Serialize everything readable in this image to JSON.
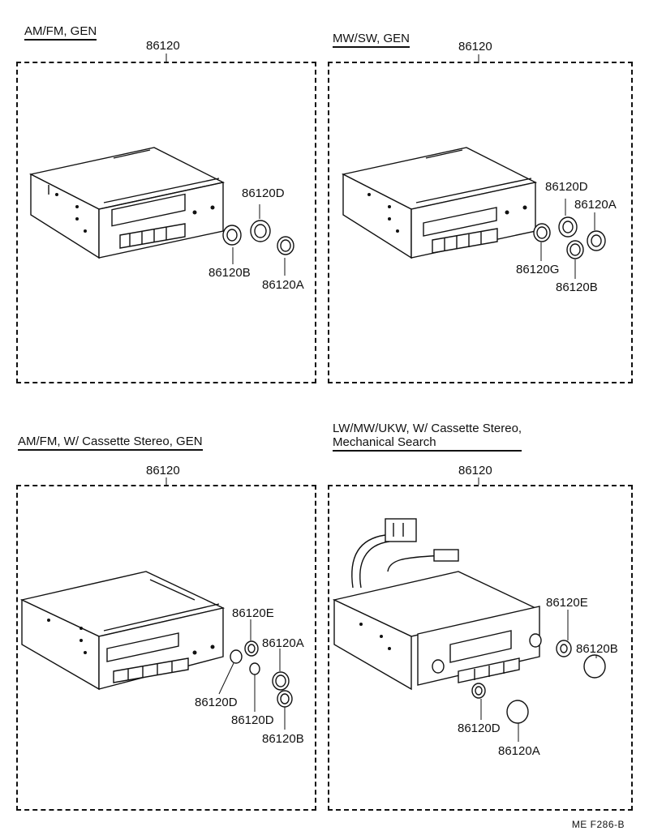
{
  "panels": [
    {
      "heading": [
        "AM/FM, GEN"
      ],
      "assembly": "86120",
      "parts": [
        "86120D",
        "86120B",
        "86120A"
      ]
    },
    {
      "heading": [
        "MW/SW, GEN"
      ],
      "assembly": "86120",
      "parts": [
        "86120D",
        "86120A",
        "86120G",
        "86120B"
      ]
    },
    {
      "heading": [
        "AM/FM, W/ Cassette Stereo, GEN"
      ],
      "assembly": "86120",
      "parts": [
        "86120E",
        "86120A",
        "86120D",
        "86120D",
        "86120B"
      ]
    },
    {
      "heading": [
        "LW/MW/UKW, W/ Cassette Stereo,",
        "Mechanical Search"
      ],
      "assembly": "86120",
      "parts": [
        "86120E",
        "86120B",
        "86120D",
        "86120A"
      ]
    }
  ],
  "footer": "ME  F286-B"
}
